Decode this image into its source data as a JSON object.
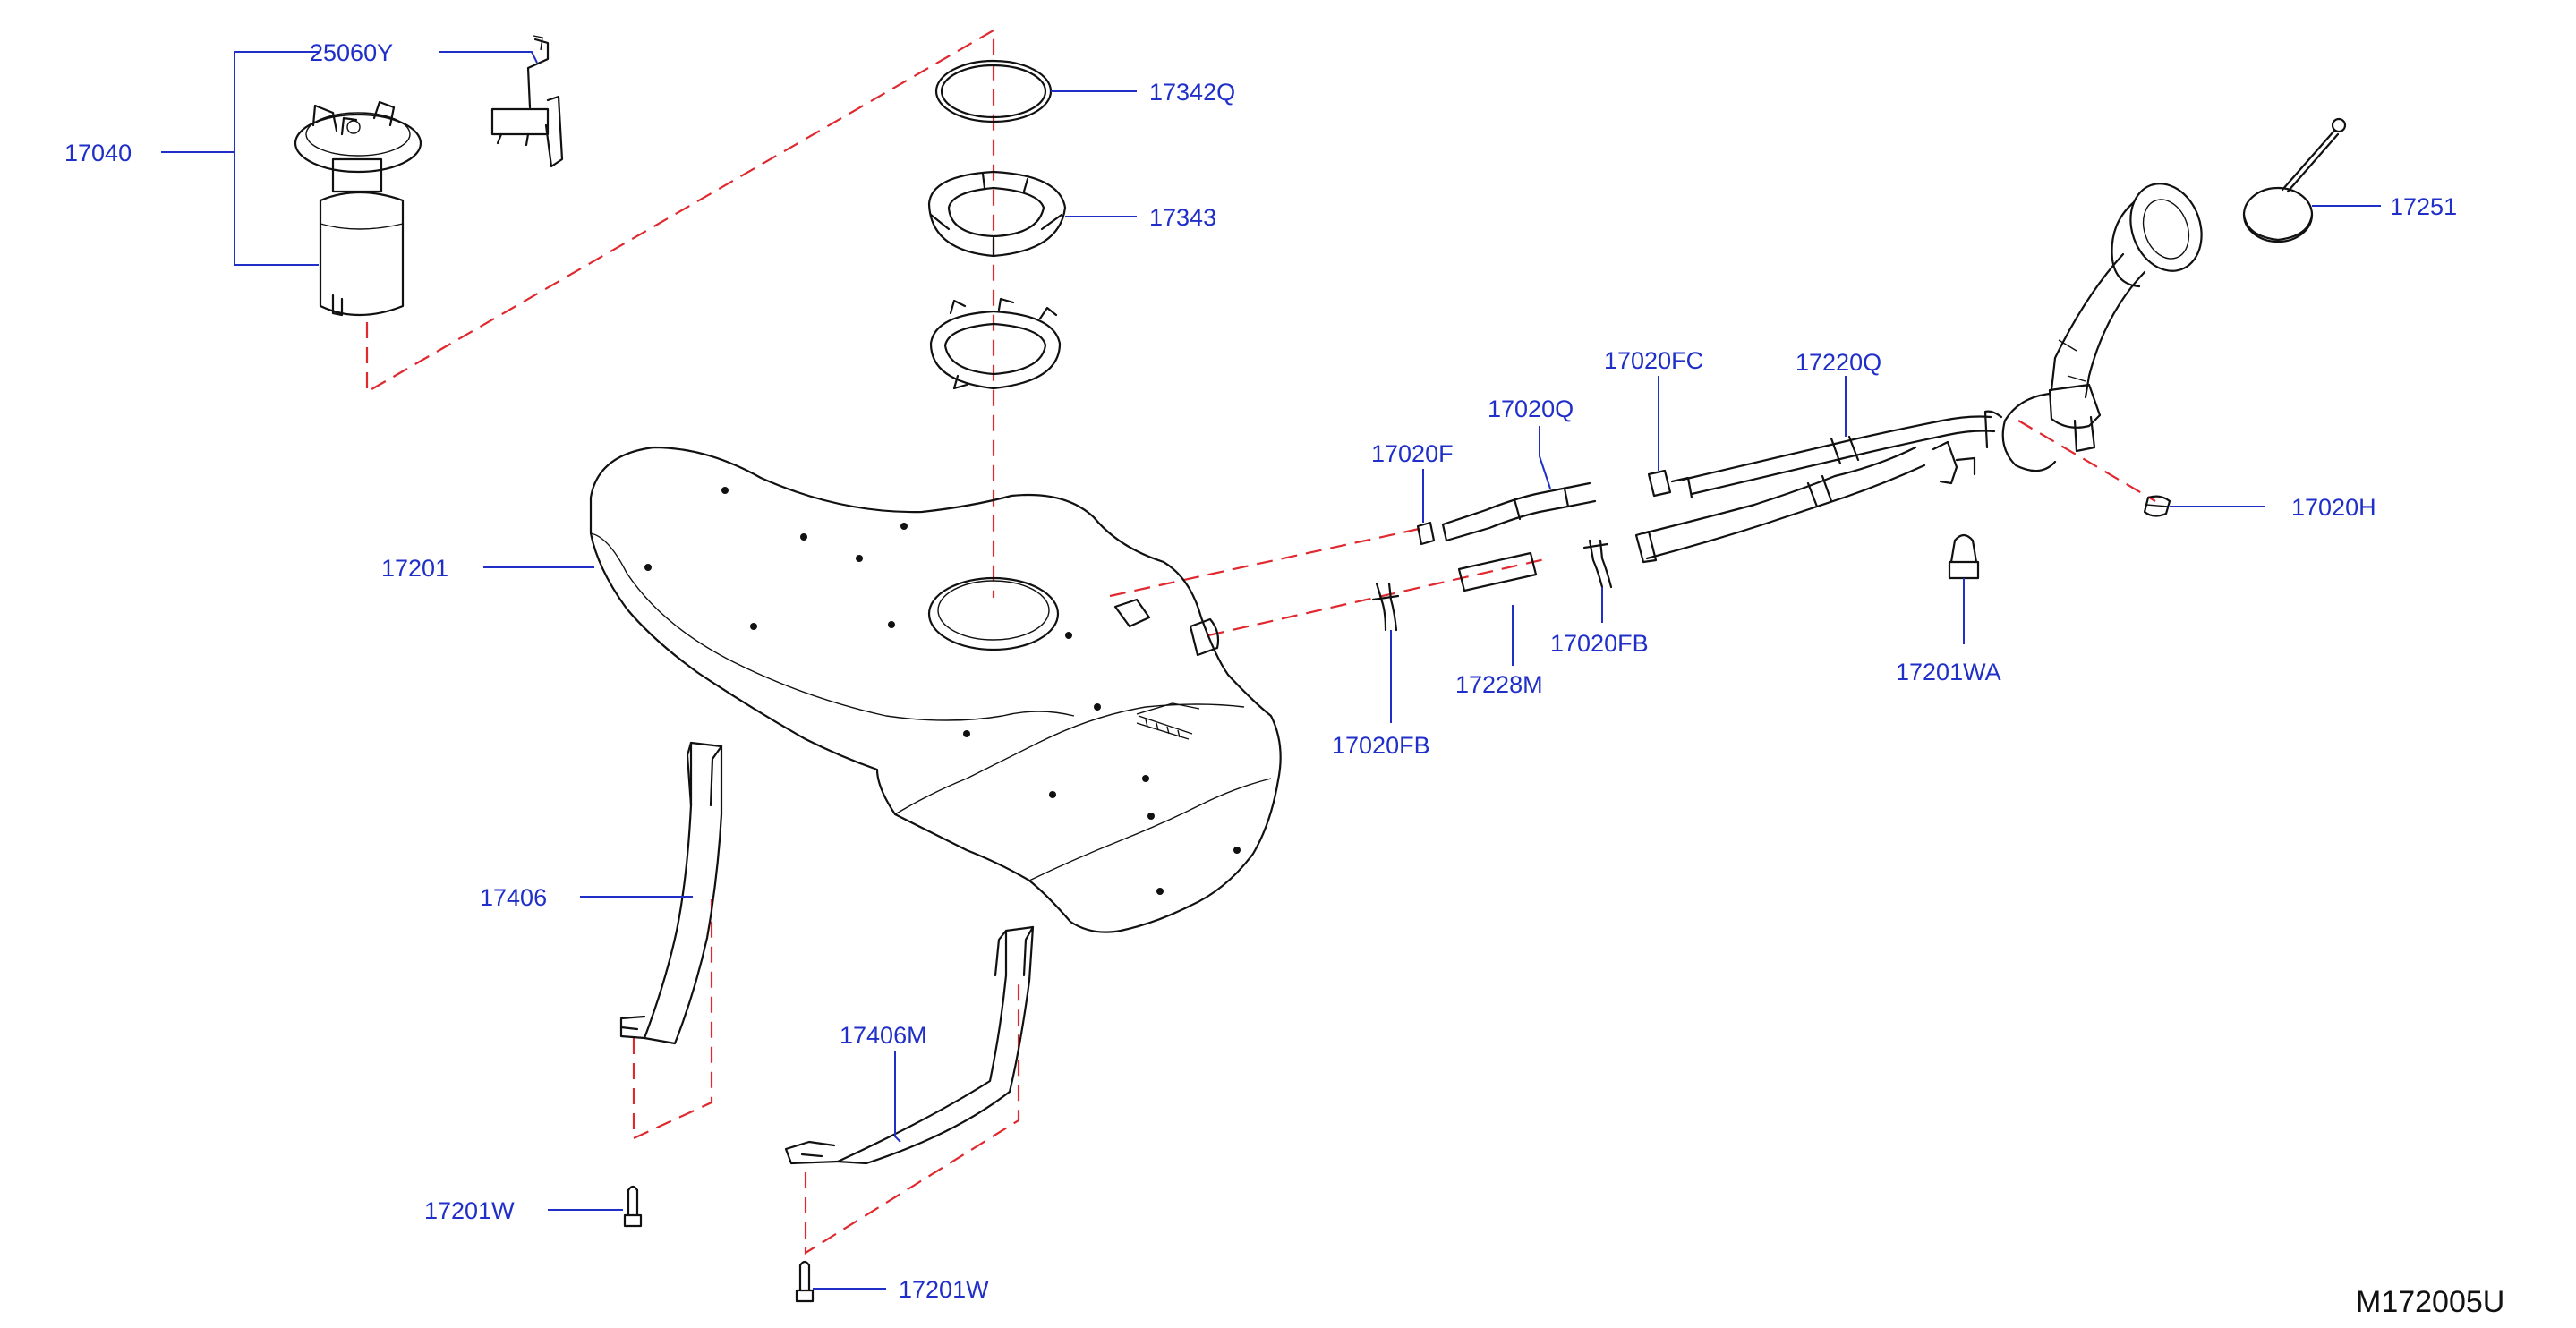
{
  "colors": {
    "label": "#1f2fc8",
    "leader": "#1f2fc8",
    "dashed": "#e0282e",
    "line_art": "#111111",
    "ref_code": "#111111"
  },
  "labels": {
    "p25060y": "25060Y",
    "p17040": "17040",
    "p17342q": "17342Q",
    "p17343": "17343",
    "p17251": "17251",
    "p17020fc": "17020FC",
    "p17220q": "17220Q",
    "p17020q": "17020Q",
    "p17020f": "17020F",
    "p17020h": "17020H",
    "p17201": "17201",
    "p17020fb_right": "17020FB",
    "p17228m": "17228M",
    "p17201wa": "17201WA",
    "p17020fb_left": "17020FB",
    "p17406": "17406",
    "p17406m": "17406M",
    "p17201w_upper": "17201W",
    "p17201w_lower": "17201W"
  },
  "diagram_code": "M172005U"
}
